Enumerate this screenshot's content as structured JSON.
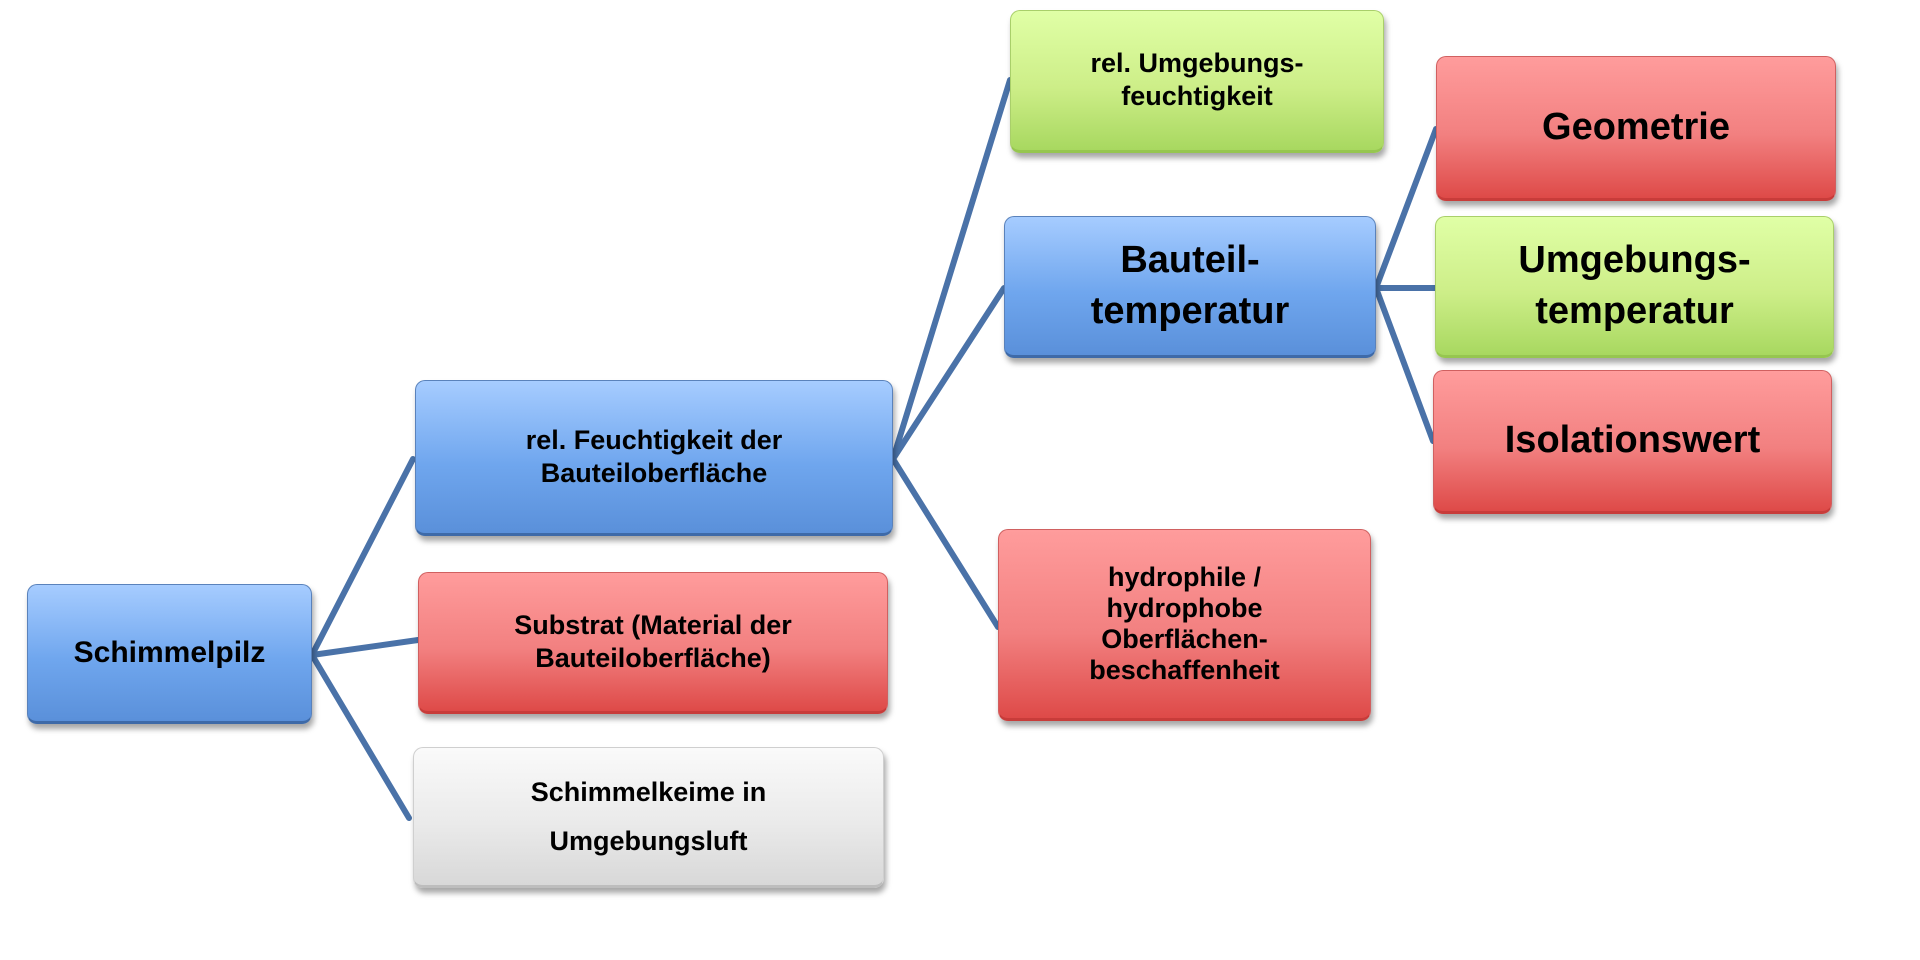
{
  "nodes": {
    "root": "Schimmelpilz",
    "surface_humidity": "rel. Feuchtigkeit der Bauteiloberfläche",
    "substrate": "Substrat (Material der Bauteiloberfläche)",
    "spores": "Schimmelkeime in Umgebungsluft",
    "ambient_humidity": "rel. Umgebungs-feuchtigkeit",
    "component_temp": "Bauteil-temperatur",
    "surface_nature": "hydrophile / hydrophobe Oberflächen-beschaffenheit",
    "geometry": "Geometrie",
    "ambient_temp": "Umgebungs-temperatur",
    "insulation": "Isolationswert"
  },
  "colors": {
    "blue": "#6fa6ee",
    "red": "#f28080",
    "green": "#cdee88",
    "gray": "#eaeaea",
    "link": "#4a72a8"
  }
}
